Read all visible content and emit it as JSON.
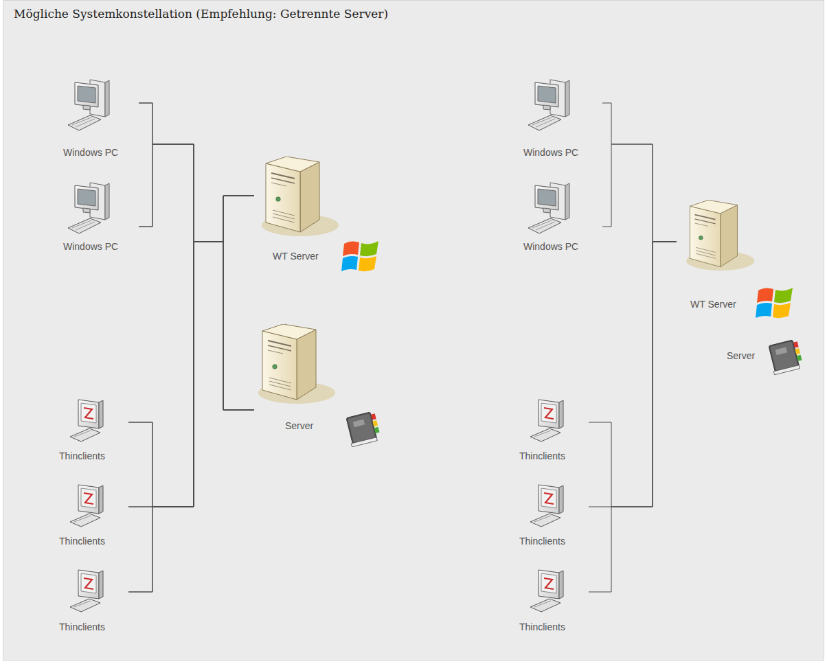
{
  "diagram": {
    "title": "Mögliche Systemkonstellation (Empfehlung: Getrennte Server)",
    "nodes": [
      {
        "text": [
          "Windows PC"
        ]
      },
      {
        "text": [
          "Windows PC"
        ]
      },
      {
        "text": [
          "WT Server"
        ]
      },
      {
        "text": [
          "Server"
        ]
      },
      {
        "text": [
          "Thinclients"
        ]
      },
      {
        "text": [
          "Thinclients"
        ]
      },
      {
        "text": [
          "Thinclients"
        ]
      },
      {
        "text": [
          "Windows PC"
        ]
      },
      {
        "text": [
          "Windows PC"
        ]
      },
      {
        "text": [
          "WT Server",
          "Server"
        ]
      },
      {
        "text": [
          "Thinclients"
        ]
      },
      {
        "text": [
          "Thinclients"
        ]
      },
      {
        "text": [
          "Thinclients"
        ]
      }
    ],
    "edges": [
      {
        "from": 0,
        "to": 2,
        "arrow": "none"
      },
      {
        "from": 0,
        "to": 3,
        "arrow": "none"
      },
      {
        "from": 1,
        "to": 2,
        "arrow": "none"
      },
      {
        "from": 1,
        "to": 3,
        "arrow": "none"
      },
      {
        "from": 4,
        "to": 2,
        "arrow": "none"
      },
      {
        "from": 4,
        "to": 3,
        "arrow": "none"
      },
      {
        "from": 5,
        "to": 2,
        "arrow": "none"
      },
      {
        "from": 5,
        "to": 3,
        "arrow": "none"
      },
      {
        "from": 6,
        "to": 2,
        "arrow": "none"
      },
      {
        "from": 6,
        "to": 3,
        "arrow": "none"
      },
      {
        "from": 7,
        "to": 9,
        "arrow": "none"
      },
      {
        "from": 8,
        "to": 9,
        "arrow": "none"
      },
      {
        "from": 10,
        "to": 9,
        "arrow": "none"
      },
      {
        "from": 11,
        "to": 9,
        "arrow": "none"
      },
      {
        "from": 12,
        "to": 9,
        "arrow": "none"
      }
    ]
  }
}
